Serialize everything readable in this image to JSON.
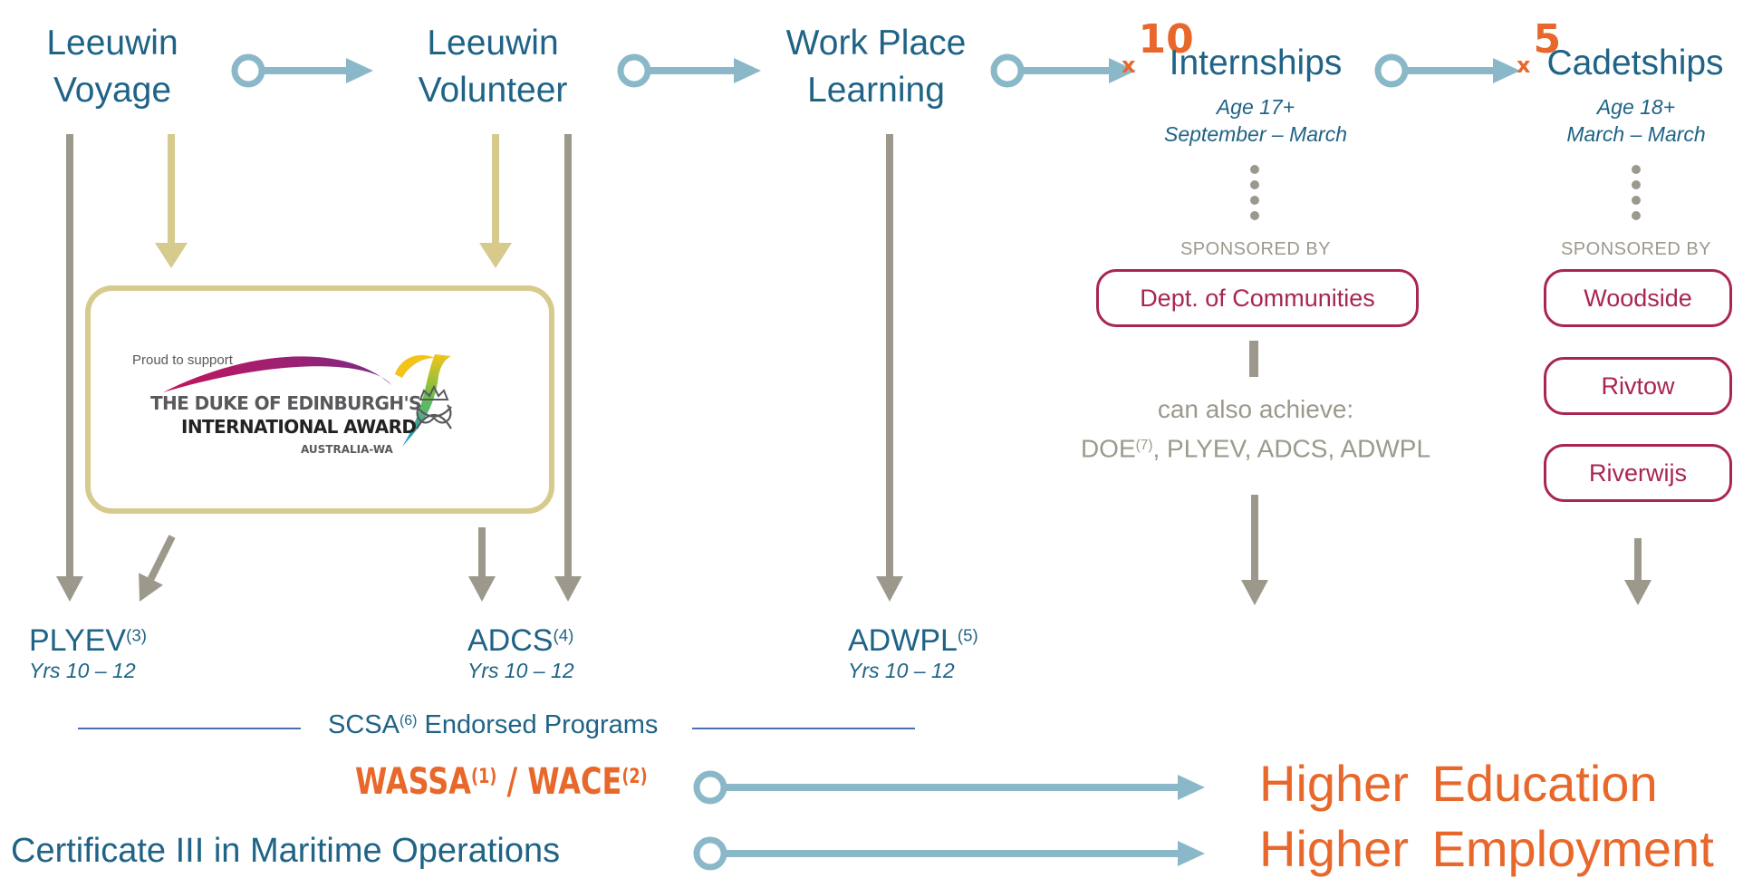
{
  "stages": [
    {
      "id": "voyage",
      "line1": "Leeuwin",
      "line2": "Voyage"
    },
    {
      "id": "volunteer",
      "line1": "Leeuwin",
      "line2": "Volunteer"
    },
    {
      "id": "wpl",
      "line1": "Work Place",
      "line2": "Learning"
    }
  ],
  "internships": {
    "label": "Internships",
    "multiplier_x": "x",
    "multiplier_n": "10",
    "age": "Age 17+",
    "period": "September – March"
  },
  "cadetships": {
    "label": "Cadetships",
    "multiplier_x": "x",
    "multiplier_n": "5",
    "age": "Age 18+",
    "period": "March – March"
  },
  "sponsored_by": "SPONSORED BY",
  "sponsors": {
    "internships": [
      "Dept. of Communities"
    ],
    "cadetships": [
      "Woodside",
      "Rivtow",
      "Riverwijs"
    ]
  },
  "also_achieve": {
    "line1": "can also achieve:",
    "doe": "DOE",
    "doe_note": "(7)",
    "rest": ", PLYEV, ADCS, ADWPL"
  },
  "doe_logo": {
    "proud": "Proud to support",
    "title1": "THE DUKE OF EDINBURGH'S",
    "title2": "INTERNATIONAL AWARD",
    "region": "AUSTRALIA-WA"
  },
  "credentials": [
    {
      "id": "plyev",
      "name": "PLYEV",
      "note": "(3)",
      "years": "Yrs 10 – 12"
    },
    {
      "id": "adcs",
      "name": "ADCS",
      "note": "(4)",
      "years": "Yrs 10 – 12"
    },
    {
      "id": "adwpl",
      "name": "ADWPL",
      "note": "(5)",
      "years": "Yrs 10 – 12"
    }
  ],
  "scsa": {
    "name": "SCSA",
    "note": "(6)",
    "rest": "Endorsed Programs"
  },
  "wassa": {
    "a": "WASSA",
    "a_note": "(1)",
    "sep": " / ",
    "b": "WACE",
    "b_note": "(2)"
  },
  "certificate": "Certificate III in Maritime Operations",
  "outcomes": {
    "education": "Higher Education",
    "employment": "Higher Employment"
  },
  "colors": {
    "title": "#1f6386",
    "accent": "#e8672a",
    "sponsor": "#a92552",
    "grey": "#9c998c",
    "gold": "#d6ca8c",
    "connector": "#8bb8c9",
    "rule": "#4a6fb3"
  }
}
